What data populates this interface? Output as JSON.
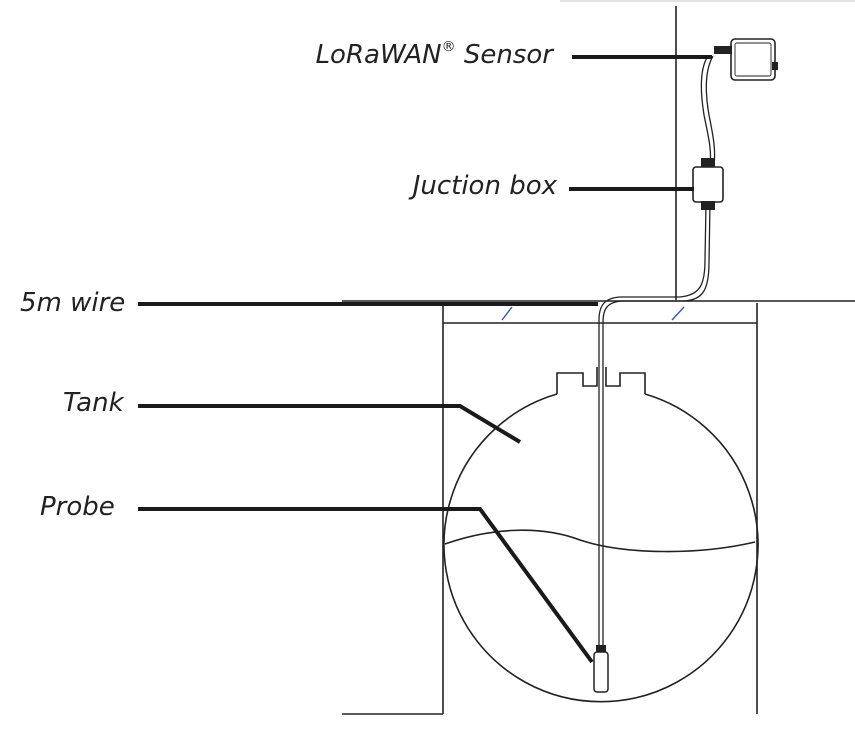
{
  "labels": {
    "sensor_name": "LoRaWAN",
    "sensor_mark": "®",
    "sensor_suffix": " Sensor",
    "junction_box": "Juction box",
    "wire": "5m wire",
    "tank": "Tank",
    "probe": "Probe"
  },
  "colors": {
    "line": "#222222",
    "callout": "#1a1a1a",
    "accent": "#3a4fc4"
  }
}
